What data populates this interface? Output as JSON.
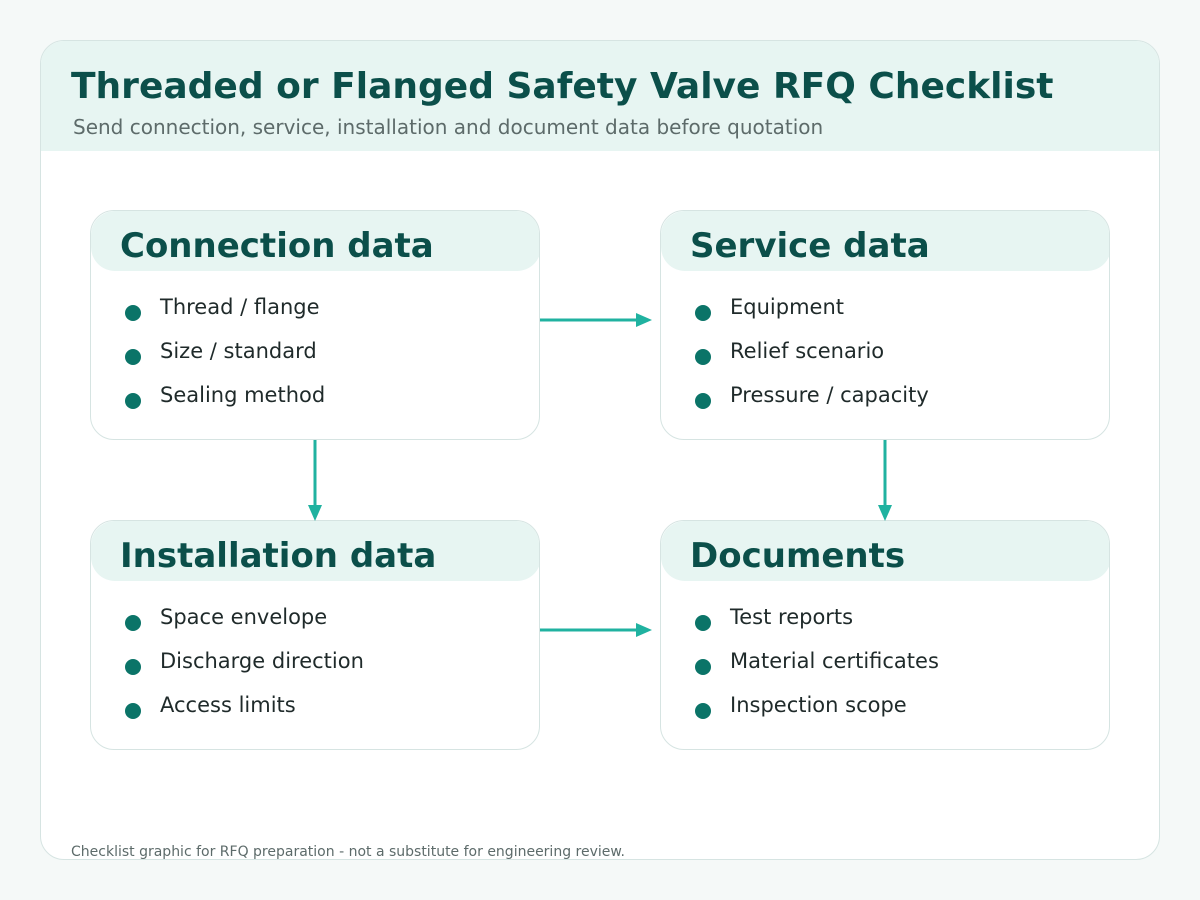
{
  "header": {
    "title": "Threaded or Flanged Safety Valve RFQ Checklist",
    "subtitle": "Send connection, service, installation and document data before quotation"
  },
  "cards": [
    {
      "title": "Connection data",
      "items": [
        "Thread / flange",
        "Size / standard",
        "Sealing method"
      ]
    },
    {
      "title": "Service data",
      "items": [
        "Equipment",
        "Relief scenario",
        "Pressure / capacity"
      ]
    },
    {
      "title": "Installation data",
      "items": [
        "Space envelope",
        "Discharge direction",
        "Access limits"
      ]
    },
    {
      "title": "Documents",
      "items": [
        "Test reports",
        "Material certificates",
        "Inspection scope"
      ]
    }
  ],
  "footer": {
    "note": "Checklist graphic for RFQ preparation - not a substitute for engineering review."
  },
  "colors": {
    "accent_dark": "#0b4f4a",
    "bullet": "#0b7468",
    "arrow": "#20b2a0",
    "header_bg": "#e7f5f2"
  }
}
